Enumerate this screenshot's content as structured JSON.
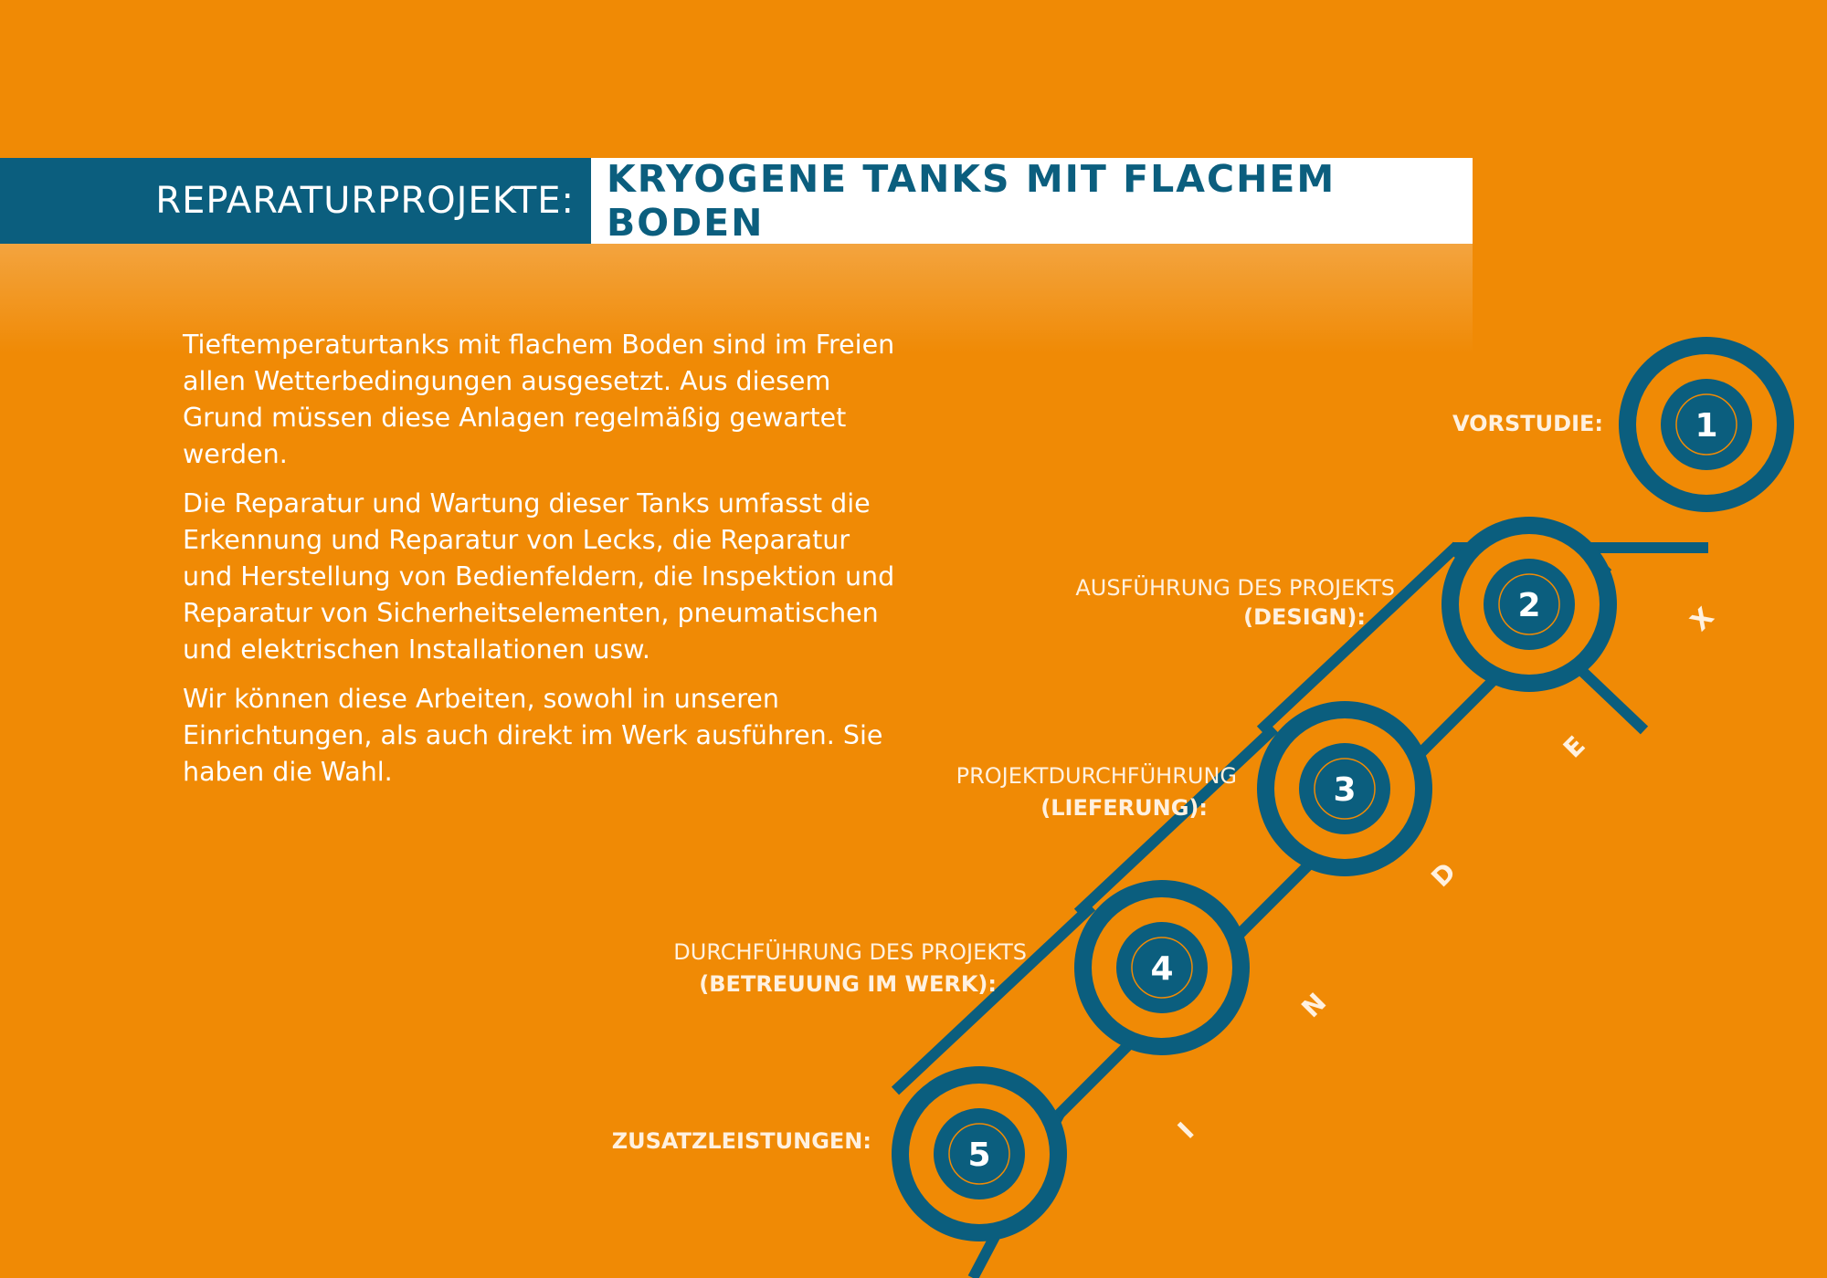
{
  "header": {
    "left_title": "REPARATURPROJEKTE:",
    "right_title": "KRYOGENE TANKS MIT FLACHEM BODEN"
  },
  "body": {
    "paragraphs": [
      "Tieftemperaturtanks mit flachem Boden sind im Freien allen Wetterbedingungen ausgesetzt. Aus diesem Grund müssen diese Anlagen regelmäßig gewartet werden.",
      "Die Reparatur und Wartung dieser Tanks umfasst die Erkennung und Reparatur von Lecks, die Reparatur und Herstellung von Bedienfeldern, die Inspektion und Reparatur von Sicherheitselementen, pneumatischen und elektrischen Installationen usw.",
      "Wir können diese Arbeiten, sowohl in unseren Einrichtungen, als auch direkt im Werk ausführen. Sie haben die Wahl."
    ]
  },
  "steps": [
    {
      "number": "1",
      "label_line1": "VORSTUDIE:",
      "label_line2": ""
    },
    {
      "number": "2",
      "label_line1": "AUSFÜHRUNG DES PROJEKTS",
      "label_line2": "(DESIGN):"
    },
    {
      "number": "3",
      "label_line1": "PROJEKTDURCHFÜHRUNG",
      "label_line2": "(LIEFERUNG):"
    },
    {
      "number": "4",
      "label_line1": "DURCHFÜHRUNG DES PROJEKTS",
      "label_line2": "(BETREUUNG IM WERK):"
    },
    {
      "number": "5",
      "label_line1": "ZUSATZLEISTUNGEN:",
      "label_line2": ""
    }
  ],
  "index_letters": [
    "I",
    "N",
    "D",
    "E",
    "X"
  ],
  "colors": {
    "background": "#F08A05",
    "accent_blue": "#0B5E7E",
    "white": "#FFFFFF",
    "label_text": "#FFF1E0"
  }
}
